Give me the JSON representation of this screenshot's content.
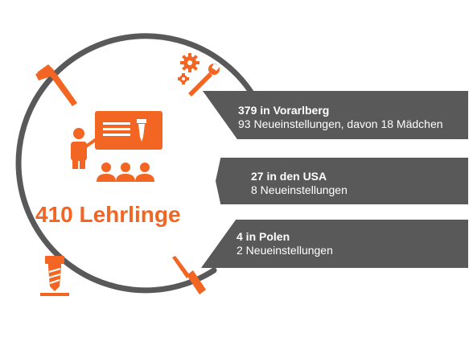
{
  "headline": "410 Lehrlinge",
  "locations": [
    {
      "title": "379 in Vorarlberg",
      "detail": "93 Neueinstellungen, davon 18 Mädchen"
    },
    {
      "title": "27 in den USA",
      "detail": "8 Neueinstellungen"
    },
    {
      "title": "4 in Polen",
      "detail": "2 Neueinstellungen"
    }
  ],
  "icons": [
    "hammer-icon",
    "gear-wrench-icon",
    "classroom-icon",
    "drill-bit-icon",
    "screwdriver-icon"
  ],
  "colors": {
    "accent": "#f26522",
    "dark": "#595959",
    "text_on_dark": "#ffffff"
  }
}
